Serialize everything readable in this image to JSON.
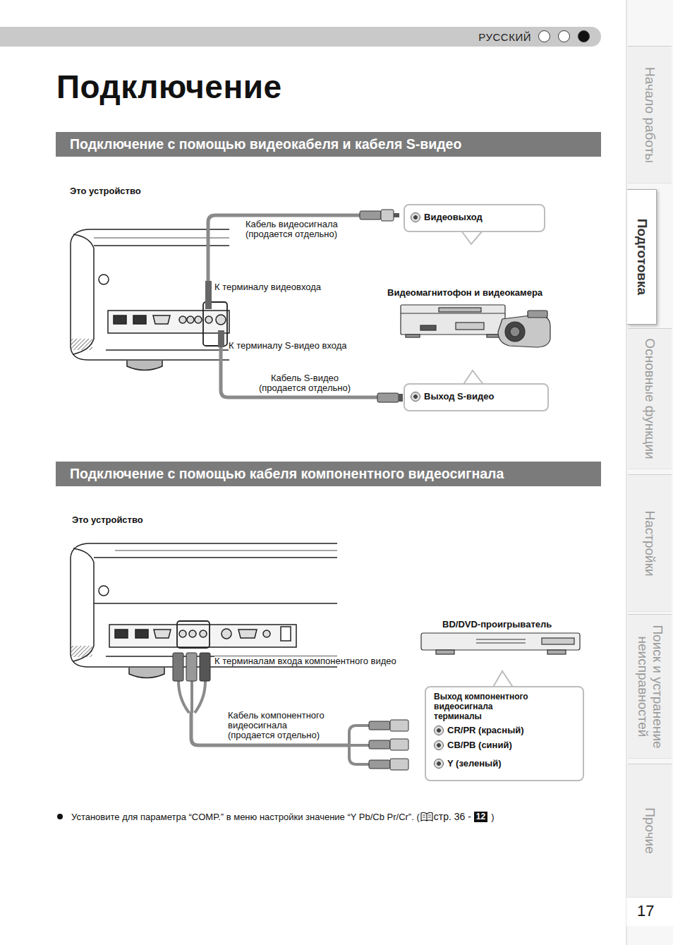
{
  "diagram": {
    "title": "Подключение",
    "nodes": [
      {
        "text": [
          "РУССКИЙ"
        ]
      },
      {
        "text": [
          "Подключение с помощью видеокабеля и кабеля S-видео"
        ]
      },
      {
        "text": [
          "Видеовыход"
        ]
      },
      {
        "text": [
          "Выход S-видео"
        ]
      },
      {
        "text": [
          "Подключение с помощью кабеля компонентного видеосигнала"
        ]
      },
      {
        "text": [
          "Выход компонентного видеосигнала терминалы",
          "CR/PR (красный)",
          "CB/PB (синий)",
          "Y (зеленый)"
        ]
      },
      {
        "text": [
          "Начало работы"
        ]
      },
      {
        "text": [
          "Подготовка"
        ]
      },
      {
        "text": [
          "Основные функции"
        ]
      },
      {
        "text": [
          "Настройки"
        ]
      },
      {
        "text": [
          "Поиск и устранение неисправностей"
        ]
      },
      {
        "text": [
          "Прочие"
        ]
      }
    ],
    "labels": [
      "Это устройство",
      "Кабель видеосигнала (продается отдельно)",
      "К терминалу видеовхода",
      "Видеомагнитофон и видеокамера",
      "К терминалу S-видео входа",
      "Кабель S-видео (продается отдельно)",
      "Это устройство",
      "К терминалам входа компонентного видео",
      "BD/DVD-проигрыватель",
      "Кабель компонентного видеосигнала (продается отдельно)",
      "Установите для параметра “COMP.” в меню настройки значение “Y Pb/Cb Pr/Cr”. (",
      "стр. 36 -",
      "12",
      ")",
      "17"
    ]
  }
}
